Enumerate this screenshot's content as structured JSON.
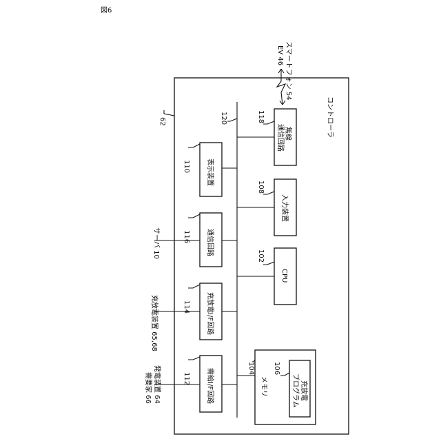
{
  "figure_label": "図6",
  "controller": {
    "label": "コントローラ",
    "ref": "62"
  },
  "bus_ref": "120",
  "blocks": {
    "display": {
      "ref": "110",
      "label": "表示装置"
    },
    "comm": {
      "ref": "116",
      "label": "通信回路"
    },
    "charge_if": {
      "ref": "114",
      "label": "充放電I/F回路"
    },
    "supply_if": {
      "ref": "112",
      "label": "需給I/F回路"
    },
    "wireless": {
      "ref": "118",
      "label_line1": "無線",
      "label_line2": "通信回路"
    },
    "input": {
      "ref": "108",
      "label": "入力装置"
    },
    "cpu": {
      "ref": "102",
      "label": "CPU"
    },
    "memory": {
      "ref": "104",
      "label": "メモリ"
    },
    "program": {
      "ref": "106",
      "label_line1": "充放電",
      "label_line2": "プログラム"
    }
  },
  "external": {
    "server": "サーバ 10",
    "charger": "充放電装置 65,68",
    "generator": "発電装置 64",
    "consumer": "需要家 66",
    "ev": "EV 46",
    "smartphone": "スマートフォン 54"
  }
}
